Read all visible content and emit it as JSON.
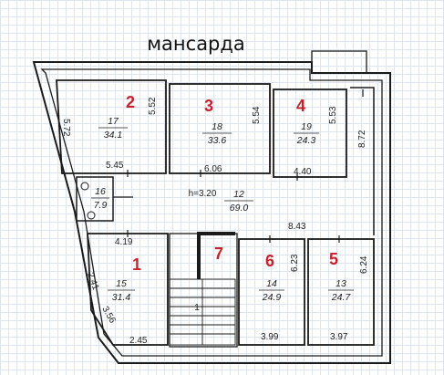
{
  "title": "мансарда",
  "height_note": "h=3.20",
  "stair_mark": "1",
  "rooms": [
    {
      "id": "room-17",
      "number": "17",
      "area": "34.1",
      "label": "2"
    },
    {
      "id": "room-18",
      "number": "18",
      "area": "33.6",
      "label": "3"
    },
    {
      "id": "room-19",
      "number": "19",
      "area": "24.3",
      "label": "4"
    },
    {
      "id": "room-16",
      "number": "16",
      "area": "7.9",
      "label": ""
    },
    {
      "id": "room-12",
      "number": "12",
      "area": "69.0",
      "label": ""
    },
    {
      "id": "room-15",
      "number": "15",
      "area": "31.4",
      "label": "1"
    },
    {
      "id": "room-14",
      "number": "14",
      "area": "24.9",
      "label": "6"
    },
    {
      "id": "room-13",
      "number": "13",
      "area": "24.7",
      "label": "5"
    },
    {
      "id": "stair-hall",
      "number": "",
      "area": "",
      "label": "7"
    }
  ],
  "dimensions": [
    "5.72",
    "5.52",
    "5.54",
    "5.53",
    "5.45",
    "6.06",
    "4.40",
    "8.72",
    "4.19",
    "8.43",
    "6.23",
    "6.24",
    "2.41",
    "3.56",
    "2.45",
    "3.99",
    "3.97"
  ],
  "colors": {
    "walls": "#1a1a1a",
    "labels": "#cc1f2a",
    "grid": "#dfe5ee"
  }
}
